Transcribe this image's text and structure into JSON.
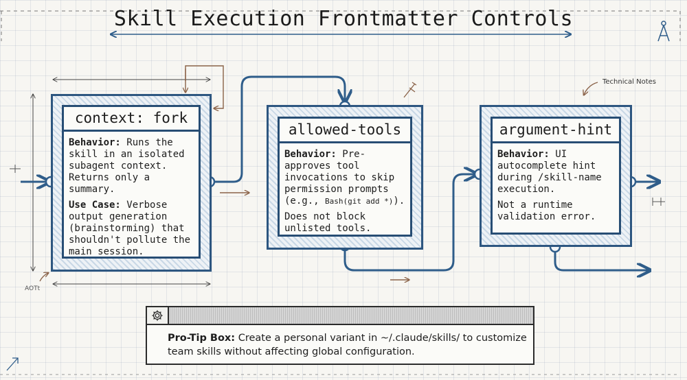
{
  "title": "Skill Execution Frontmatter Controls",
  "technical_notes_label": "Technical Notes",
  "side_tick_label": "AOTt",
  "cards": [
    {
      "heading": "context: fork",
      "behavior_label": "Behavior:",
      "behavior_text": "Runs the skill in an isolated subagent context. Returns only a summary.",
      "usecase_label": "Use Case:",
      "usecase_text": "Verbose output generation (brainstorming) that shouldn't pollute the main session."
    },
    {
      "heading": "allowed-tools",
      "behavior_label": "Behavior:",
      "behavior_text": "Pre-approves tool invocations to skip permission prompts (e.g.,",
      "code_text": "Bash(git add *)",
      "behavior_tail": ").",
      "note_text": "Does not block unlisted tools."
    },
    {
      "heading": "argument-hint",
      "behavior_label": "Behavior:",
      "behavior_text": "UI autocomplete hint during /skill-name execution.",
      "note_text": "Not a runtime validation error."
    }
  ],
  "protip": {
    "label": "Pro-Tip Box:",
    "text": "Create a personal variant in ~/.claude/skills/ to customize team skills without affecting global configuration."
  },
  "colors": {
    "frame": "#2d5680",
    "connector": "#2f5d8a",
    "accent_arrow": "#8a6248"
  },
  "icons": [
    "compass-icon",
    "gear-icon",
    "pen-icon"
  ]
}
